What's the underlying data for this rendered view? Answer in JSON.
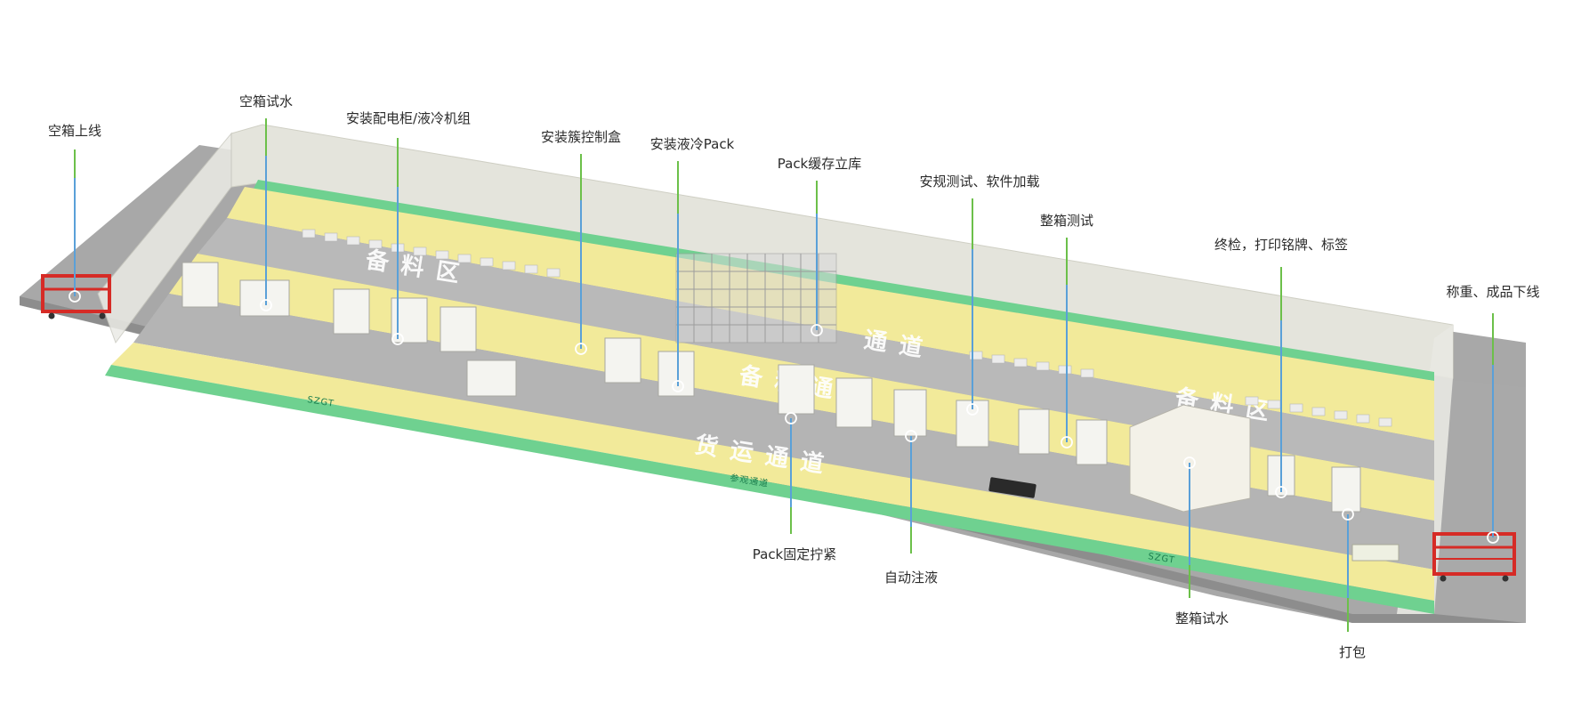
{
  "stations": [
    {
      "id": "s1",
      "label": "空箱上线"
    },
    {
      "id": "s2",
      "label": "空箱试水"
    },
    {
      "id": "s3",
      "label": "安装配电柜/液冷机组"
    },
    {
      "id": "s4",
      "label": "安装簇控制盒"
    },
    {
      "id": "s5",
      "label": "安装液冷Pack"
    },
    {
      "id": "s6",
      "label": "Pack缓存立库"
    },
    {
      "id": "s7",
      "label": "安规测试、软件加载"
    },
    {
      "id": "s8",
      "label": "整箱测试"
    },
    {
      "id": "s9",
      "label": "终检，打印铭牌、标签"
    },
    {
      "id": "s10",
      "label": "称重、成品下线"
    },
    {
      "id": "s11",
      "label": "Pack固定拧紧"
    },
    {
      "id": "s12",
      "label": "自动注液"
    },
    {
      "id": "s13",
      "label": "整箱试水"
    },
    {
      "id": "s14",
      "label": "打包"
    }
  ],
  "floor_zones": {
    "prep_area_left": "备料区",
    "prep_area_right": "备料区",
    "channel_upper": "通道",
    "channel_middle": "备料通道",
    "freight_channel": "货运通道",
    "walkway": "参观通道"
  },
  "floor_marks": [
    "SZGT",
    "SZGT"
  ],
  "colors": {
    "floor_yellow": "#f2ea9a",
    "aisle_gray": "#b3b3b3",
    "border_green": "#6fd190",
    "wall": "#e4e4dc",
    "label_line": "#5aa0d8",
    "label_line_top": "#6cc04a",
    "rack_red": "#d62b26"
  }
}
